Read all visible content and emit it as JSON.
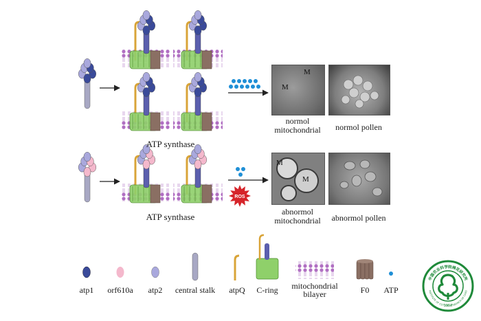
{
  "colors": {
    "atp1": "#3a4a9a",
    "atp2": "#a9a8dd",
    "orf610a": "#f4b8cc",
    "stalk": "#a8a8c4",
    "atpq": "#d9a438",
    "cring": "#8fd06a",
    "bilayer": "#b06fc2",
    "f0": "#8a6f63",
    "atp": "#1f8fd6",
    "ros": "#d6242a",
    "logo": "#1f8a3a"
  },
  "normal_row": {
    "label": "ATP synthase",
    "micro_labels": [
      "normol\nmitochondrial",
      "normol pollen"
    ],
    "marks": [
      "M",
      "M"
    ]
  },
  "abnormal_row": {
    "label": "ATP synthase",
    "ros": "ROS",
    "micro_labels": [
      "abnormol\nmitochondrial",
      "abnormol pollen"
    ],
    "marks": [
      "M",
      "M"
    ]
  },
  "legend": [
    {
      "icon": "atp1-icon",
      "label": "atp1"
    },
    {
      "icon": "orf610a-icon",
      "label": "orf610a"
    },
    {
      "icon": "atp2-icon",
      "label": "atp2"
    },
    {
      "icon": "central-stalk-icon",
      "label": "central stalk"
    },
    {
      "icon": "atpq-icon",
      "label": "atpQ"
    },
    {
      "icon": "c-ring-icon",
      "label": "C-ring"
    },
    {
      "icon": "bilayer-icon",
      "label": "mitochondrial\nbilayer"
    },
    {
      "icon": "f0-icon",
      "label": "F0"
    },
    {
      "icon": "atp-dot-icon",
      "label": "ATP"
    }
  ],
  "logo": {
    "text_top": "中国农业科学院棉花研究所",
    "text_bottom": "INSTITUTE OF COTTON RESEARCH OF CAAS",
    "year": "1957"
  }
}
